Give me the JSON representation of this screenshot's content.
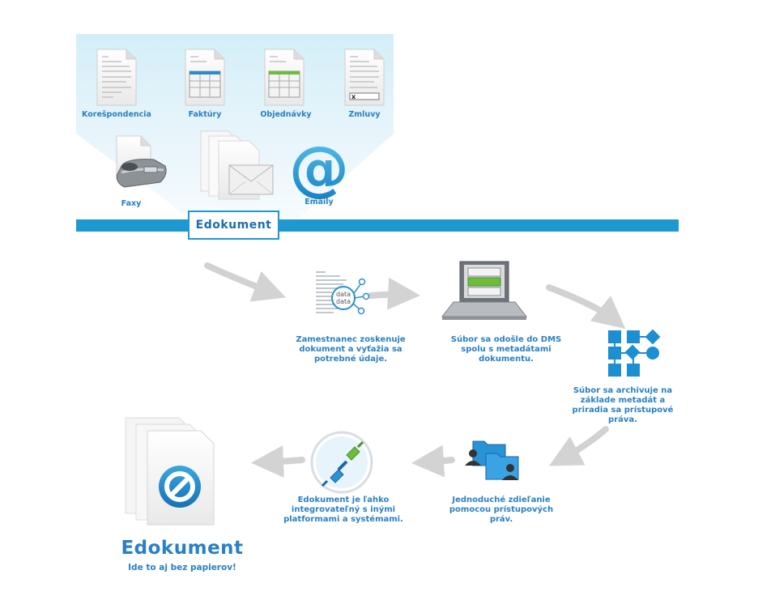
{
  "sources": {
    "korespondencia": "Korešpondencia",
    "faktury": "Faktúry",
    "objednavky": "Objednávky",
    "zmluvy": "Zmluvy",
    "faxy": "Faxy",
    "emaily": "Emaily"
  },
  "brand_box": "Edokument",
  "doc_icon_text": "data",
  "steps": [
    "Zamestnanec zoskenuje dokument a vyťažia sa potrebné údaje.",
    "Súbor sa odošle do DMS spolu s metadátami dokumentu.",
    "Súbor sa archivuje na základe metadát a priradia sa prístupové práva.",
    "Jednoduché zdieľanie pomocou prístupových práv.",
    "Edokument je ľahko integrovateľný s inými platformami a systémami."
  ],
  "final": {
    "title": "Edokument",
    "slogan": "Ide to aj bez papierov!"
  },
  "colors": {
    "brand_blue": "#1d98d1",
    "text_blue": "#2a7fc0",
    "beam": "#e0f2fa",
    "arrow_gray": "#cfcfcf"
  }
}
